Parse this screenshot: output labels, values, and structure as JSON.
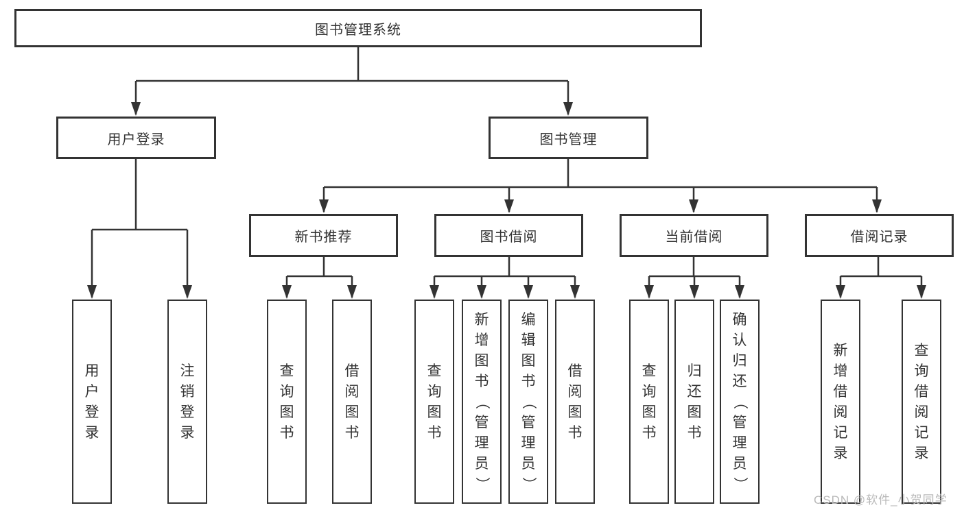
{
  "colors": {
    "line": "#333333",
    "box_border": "#333333",
    "text": "#333333",
    "background": "#ffffff",
    "watermark": "#b9b9b9"
  },
  "tree": {
    "label": "图书管理系统",
    "children": [
      {
        "label": "用户登录",
        "children": [
          {
            "label": "用户登录"
          },
          {
            "label": "注销登录"
          }
        ]
      },
      {
        "label": "图书管理",
        "children": [
          {
            "label": "新书推荐",
            "children": [
              {
                "label": "查询图书"
              },
              {
                "label": "借阅图书"
              }
            ]
          },
          {
            "label": "图书借阅",
            "children": [
              {
                "label": "查询图书"
              },
              {
                "label": "新增图书（管理员）"
              },
              {
                "label": "编辑图书（管理员）"
              },
              {
                "label": "借阅图书"
              }
            ]
          },
          {
            "label": "当前借阅",
            "children": [
              {
                "label": "查询图书"
              },
              {
                "label": "归还图书"
              },
              {
                "label": "确认归还（管理员）"
              }
            ]
          },
          {
            "label": "借阅记录",
            "children": [
              {
                "label": "新增借阅记录"
              },
              {
                "label": "查询借阅记录"
              }
            ]
          }
        ]
      }
    ]
  },
  "watermark": {
    "text": "CSDN @软件_小贺同学"
  }
}
